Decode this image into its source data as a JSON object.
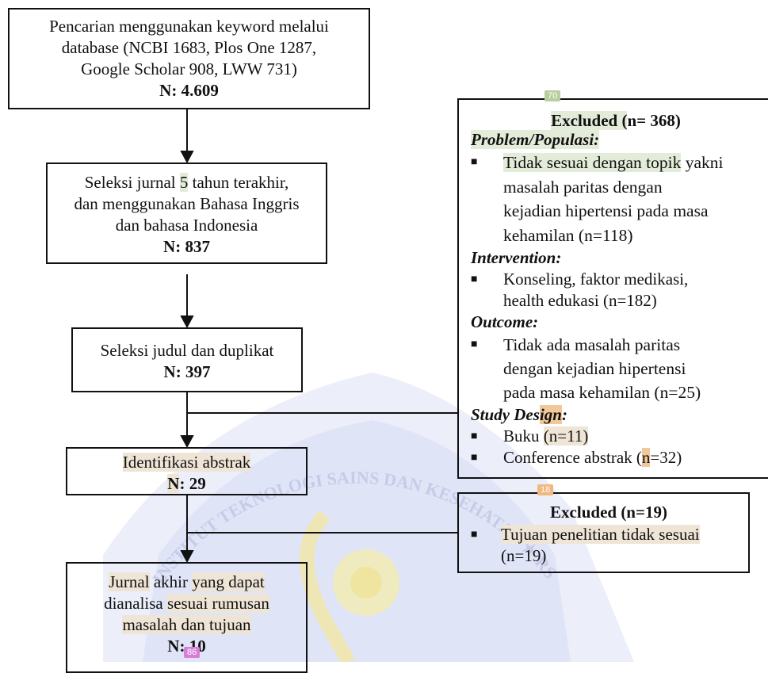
{
  "flow": {
    "box1": {
      "lines": [
        "Pencarian menggunakan keyword melalui",
        "database (NCBI 1683, Plos One 1287,",
        "Google Scholar 908, LWW 731)"
      ],
      "count": "N: 4.609"
    },
    "box2": {
      "line1_pre": "Seleksi jurnal ",
      "line1_num": "5",
      "line1_post": " tahun terakhir,",
      "line2": "dan menggunakan Bahasa Inggris",
      "line3": "dan bahasa Indonesia",
      "count": "N: 837"
    },
    "box3": {
      "line1": "Seleksi judul dan duplikat",
      "count": "N: 397"
    },
    "box4": {
      "line1": "Identifikasi abstrak",
      "count_label": "N",
      "count_rest": ": 29"
    },
    "box5": {
      "l1_a": "Jurnal",
      "l1_b": " akhir ",
      "l1_c": "yang dapat",
      "l2_a": "dianalisa ",
      "l2_b": "sesuai rumusan",
      "l3": "masalah dan tujuan",
      "count": "N: 10",
      "badge": "86"
    }
  },
  "excluded1": {
    "badge": "70",
    "title_a": "Excluded (",
    "title_b": "n= 368)",
    "sections": [
      {
        "heading": "Problem/Populasi:",
        "items": []
      },
      {
        "heading": "Intervention:",
        "items": []
      },
      {
        "heading": "Outcome:",
        "items": []
      },
      {
        "heading_a": "Study Des",
        "heading_b": "ign",
        "heading_c": ":"
      }
    ],
    "p_item_a": "Tidak sesuai dengan topik",
    "p_item_b": " yakni",
    "p_item_c": "masalah  paritas dengan",
    "p_item_d": "kejadian hipertensi pada masa",
    "p_item_e": "kehamilan (n=118)",
    "i_item_a": "Konseling, faktor medikasi,",
    "i_item_b": "health edukasi (n=182)",
    "o_item_a": "Tidak ada masalah  paritas",
    "o_item_b": "dengan kejadian hipertensi",
    "o_item_c": "pada masa kehamilan (n=25)",
    "sd_item1_a": "Buku ",
    "sd_item1_b": "(n=11)",
    "sd_item2_a": "Conference abstrak (",
    "sd_item2_b": "n",
    "sd_item2_c": "=32)",
    "bullet": "■"
  },
  "excluded2": {
    "badge": "18",
    "title": "Excluded (n=19)",
    "item_a": "Tujuan penelitian tidak sesuai",
    "item_b": "(n=19)",
    "bullet": "■"
  },
  "watermark": {
    "text": "INSTITUT TEKNOLOGI SAINS DAN KESEHATAN ★ RS"
  },
  "colors": {
    "badge_green": "#b7cf9e",
    "badge_orange": "#f2b77f",
    "badge_pink": "#d77fd6",
    "watermark_blue": "#c9cdf0",
    "watermark_yellow": "#f4e79a"
  }
}
